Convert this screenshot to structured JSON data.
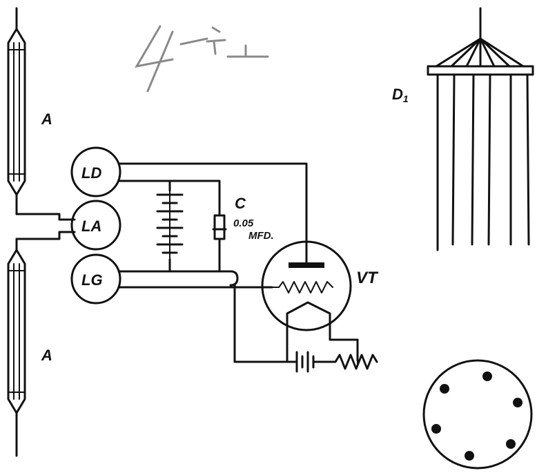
{
  "labels": {
    "antenna_top": "A",
    "antenna_bottom": "A",
    "coil_ld": "LD",
    "coil_la": "LA",
    "coil_lg": "LG",
    "capacitor_name": "C",
    "capacitor_value": "0.05",
    "capacitor_unit": "MFD.",
    "tube": "VT",
    "detail_d1": "D",
    "detail_d1_subscript": "1"
  },
  "handwritten_note": "4 ⁺ 1"
}
